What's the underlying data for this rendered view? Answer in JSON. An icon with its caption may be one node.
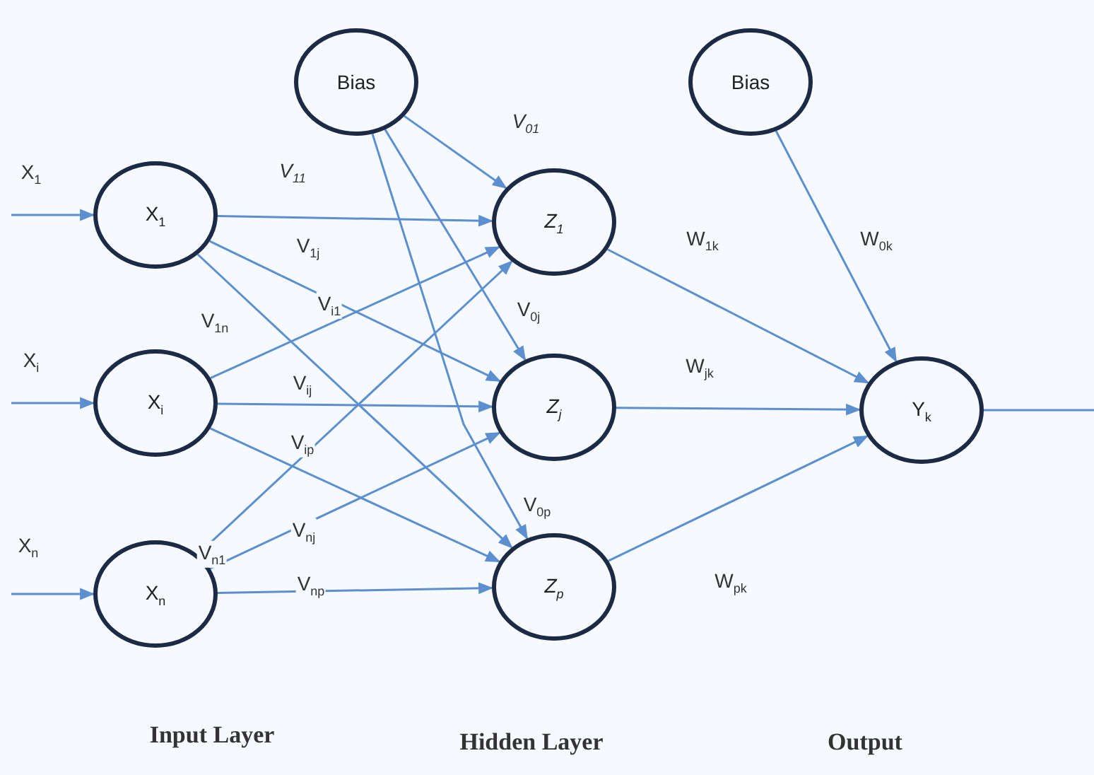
{
  "diagram": {
    "nodes": [
      {
        "text": [
          "X$_{1}$"
        ]
      },
      {
        "text": [
          "X$_{i}$"
        ]
      },
      {
        "text": [
          "X$_{n}$"
        ]
      },
      {
        "text": [
          "Bias"
        ]
      },
      {
        "text": [
          "Z$_{1}$"
        ]
      },
      {
        "text": [
          "Z$_{j}$"
        ]
      },
      {
        "text": [
          "Z$_{p}$"
        ]
      },
      {
        "text": [
          "Bias"
        ]
      },
      {
        "text": [
          "Y$_{k}$"
        ]
      }
    ],
    "edges": [
      {
        "from": null,
        "to": 0,
        "arrow": "to"
      },
      {
        "from": null,
        "to": 1,
        "arrow": "to"
      },
      {
        "from": null,
        "to": 2,
        "arrow": "to"
      },
      {
        "from": 0,
        "to": 4,
        "arrow": "to"
      },
      {
        "from": 0,
        "to": 5,
        "arrow": "to"
      },
      {
        "from": 0,
        "to": 6,
        "arrow": "to"
      },
      {
        "from": 1,
        "to": 4,
        "arrow": "to"
      },
      {
        "from": 1,
        "to": 5,
        "arrow": "to"
      },
      {
        "from": 1,
        "to": 6,
        "arrow": "to"
      },
      {
        "from": 2,
        "to": 4,
        "arrow": "to"
      },
      {
        "from": 2,
        "to": 5,
        "arrow": "to"
      },
      {
        "from": 2,
        "to": 6,
        "arrow": "to"
      },
      {
        "from": 3,
        "to": 4,
        "arrow": "to"
      },
      {
        "from": 3,
        "to": 5,
        "arrow": "to"
      },
      {
        "from": 3,
        "to": 6,
        "arrow": "to"
      },
      {
        "from": 4,
        "to": 8,
        "arrow": "to"
      },
      {
        "from": 5,
        "to": 8,
        "arrow": "to"
      },
      {
        "from": 6,
        "to": 8,
        "arrow": "to"
      },
      {
        "from": 7,
        "to": 8,
        "arrow": "to"
      },
      {
        "from": 8,
        "to": null,
        "arrow": "none"
      }
    ],
    "labels": [
      "X$_{1}$",
      "V$_{11}$",
      "V$_{01}$",
      "V$_{1j}$",
      "V$_{1n}$",
      "V$_{i1}$",
      "W$_{1k}$",
      "W$_{0k}$",
      "V$_{0j}$",
      "X$_{i}$",
      "W$_{jk}$",
      "V$_{ij}$",
      "V$_{ip}$",
      "V$_{nj}$",
      "V$_{0p}$",
      "X$_{n}$",
      "V$_{n1}$",
      "V$_{np}$",
      "W$_{pk}$",
      "Input Layer",
      "Hidden Layer",
      "Output"
    ]
  }
}
